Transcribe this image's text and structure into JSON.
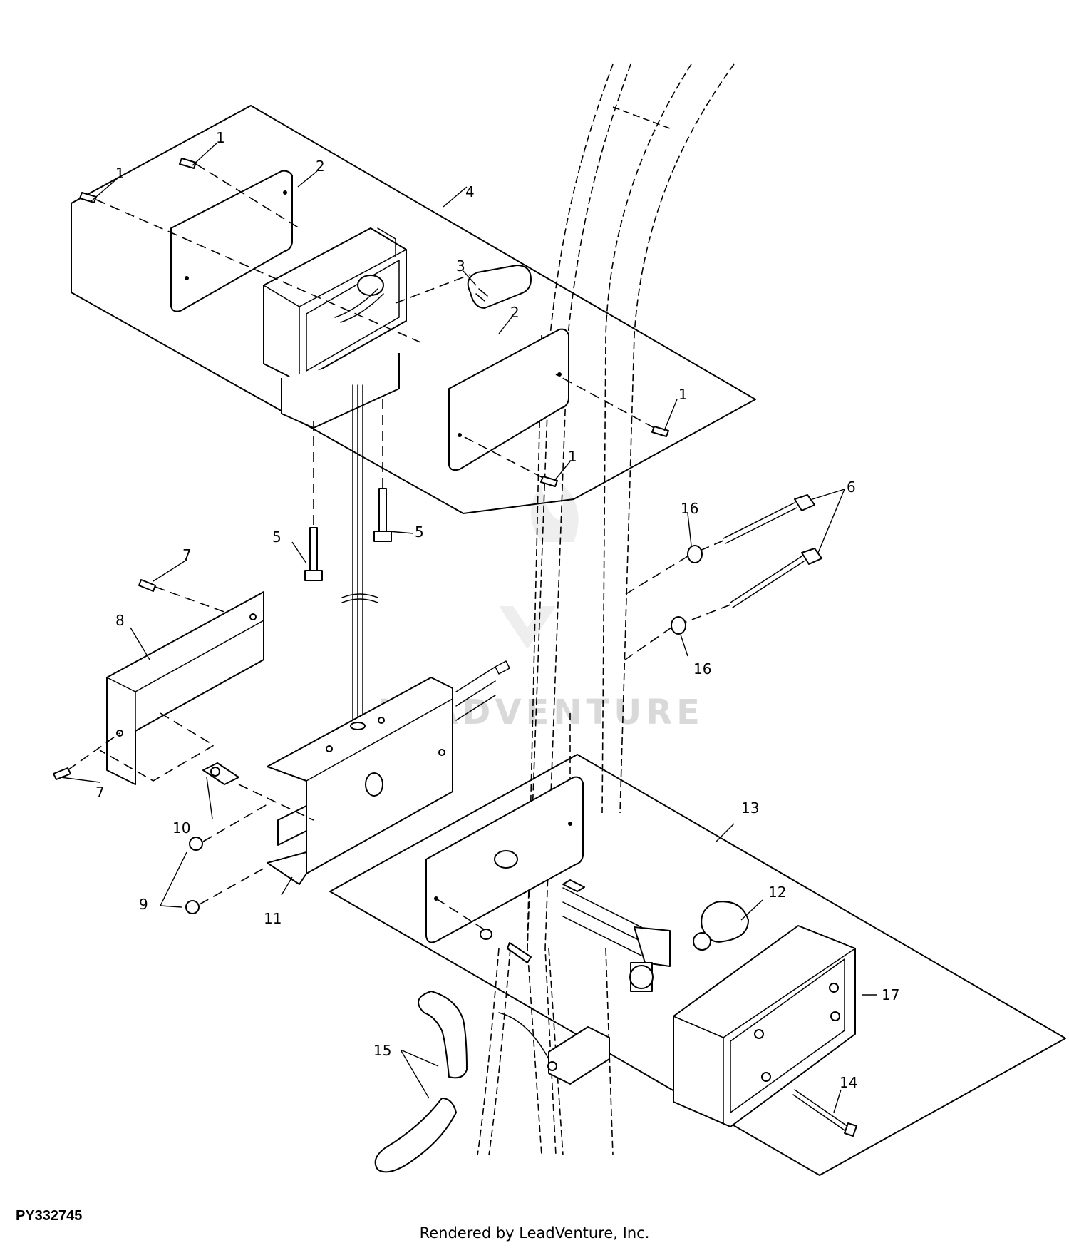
{
  "diagram": {
    "watermark": "LEADVENTURE",
    "callouts": [
      {
        "id": "callout-1a",
        "text": "1"
      },
      {
        "id": "callout-1b",
        "text": "1"
      },
      {
        "id": "callout-1c",
        "text": "1"
      },
      {
        "id": "callout-1d",
        "text": "1"
      },
      {
        "id": "callout-2a",
        "text": "2"
      },
      {
        "id": "callout-2b",
        "text": "2"
      },
      {
        "id": "callout-3",
        "text": "3"
      },
      {
        "id": "callout-4",
        "text": "4"
      },
      {
        "id": "callout-5a",
        "text": "5"
      },
      {
        "id": "callout-5b",
        "text": "5"
      },
      {
        "id": "callout-6",
        "text": "6"
      },
      {
        "id": "callout-7a",
        "text": "7"
      },
      {
        "id": "callout-7b",
        "text": "7"
      },
      {
        "id": "callout-8",
        "text": "8"
      },
      {
        "id": "callout-9",
        "text": "9"
      },
      {
        "id": "callout-10",
        "text": "10"
      },
      {
        "id": "callout-11",
        "text": "11"
      },
      {
        "id": "callout-12",
        "text": "12"
      },
      {
        "id": "callout-13",
        "text": "13"
      },
      {
        "id": "callout-14",
        "text": "14"
      },
      {
        "id": "callout-15",
        "text": "15"
      },
      {
        "id": "callout-16a",
        "text": "16"
      },
      {
        "id": "callout-16b",
        "text": "16"
      },
      {
        "id": "callout-17",
        "text": "17"
      }
    ]
  },
  "footer": {
    "part_code": "PY332745",
    "credit": "Rendered by LeadVenture, Inc."
  }
}
